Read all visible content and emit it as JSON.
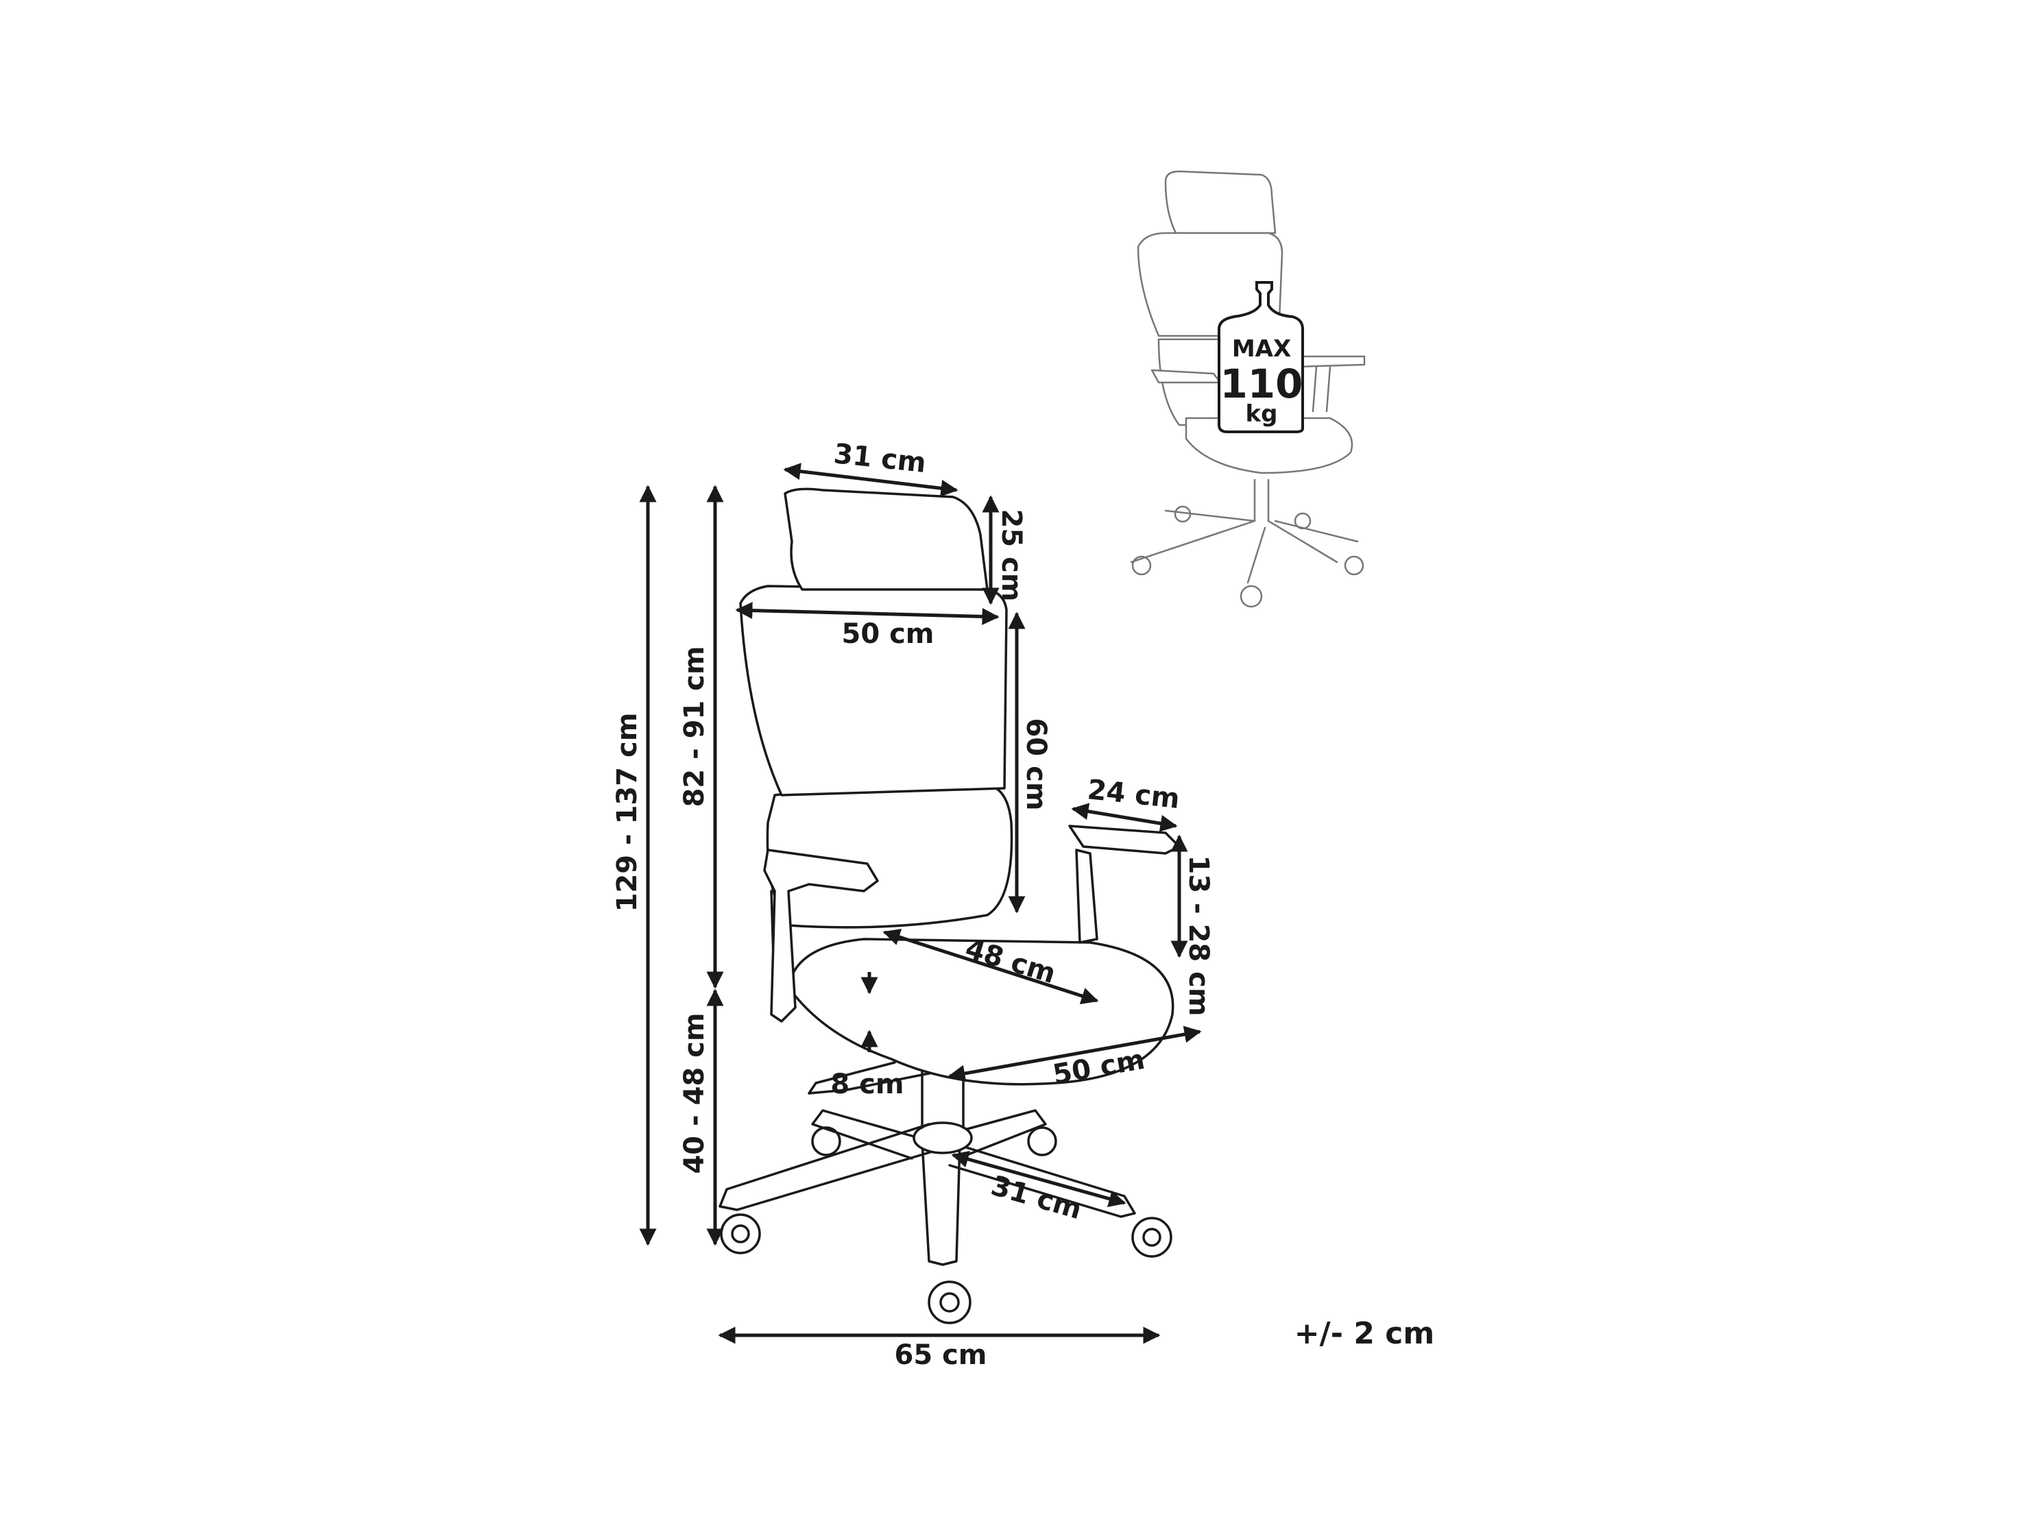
{
  "dimensions": {
    "headrest_width": "31 cm",
    "headrest_height": "25 cm",
    "backrest_width": "50 cm",
    "backrest_height": "60 cm",
    "total_height": "129 - 137 cm",
    "back_height_from_seat": "82 - 91 cm",
    "seat_height": "40 - 48 cm",
    "armrest_length": "24 cm",
    "armrest_height": "13 - 28 cm",
    "seat_depth": "48 cm",
    "seat_width": "50 cm",
    "seat_adjust": "8 cm",
    "base_leg": "31 cm",
    "base_width": "65 cm"
  },
  "tolerance": "+/- 2 cm",
  "max_load": {
    "line1": "MAX",
    "line2": "110",
    "line3": "kg"
  }
}
